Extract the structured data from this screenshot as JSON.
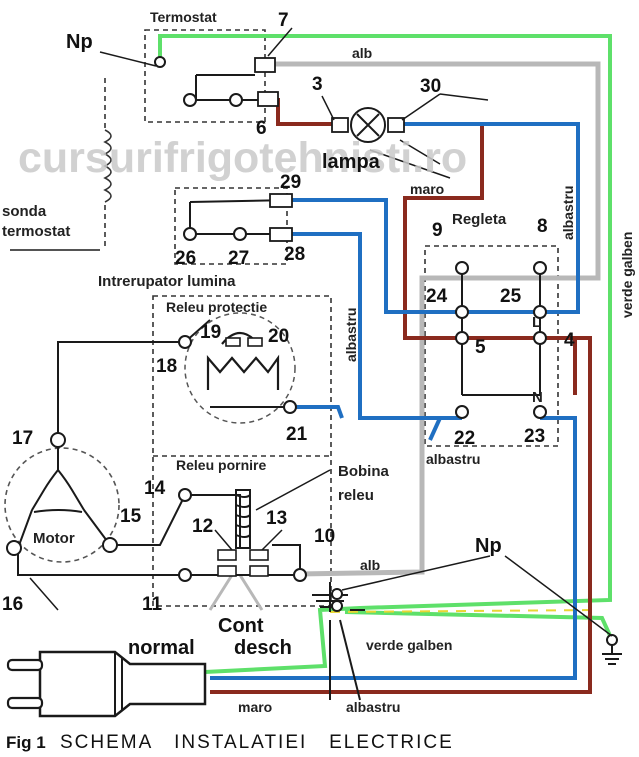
{
  "colors": {
    "blue": "#1f6fc2",
    "brown": "#8a2a1e",
    "gray": "#b8b8b8",
    "green": "#5ee06a",
    "dark": "#1a1a1a",
    "watermark": "#c9c9c9"
  },
  "watermark": "cursurifrigotehnisti.ro",
  "labels": {
    "termostat": "Termostat",
    "np_top": "Np",
    "np_bottom": "Np",
    "sonda": "sonda",
    "termostat_probe": "termostat",
    "lampa": "lampa",
    "regleta": "Regleta",
    "intrerupator": "Intrerupator lumina",
    "releu_protectie": "Releu  protectie",
    "releu_pornire": "Releu  pornire",
    "bobina": "Bobina",
    "releu": "releu",
    "motor": "Motor",
    "cont": "Cont",
    "normal": "normal",
    "desch": "desch",
    "L": "L",
    "N": "N"
  },
  "wire_labels": {
    "alb_top": "alb",
    "alb_bottom": "alb",
    "maro_mid": "maro",
    "maro_bottom": "maro",
    "albastru_right": "albastru",
    "albastru_mid": "albastru",
    "albastru_low": "albastru",
    "albastru_bottom": "albastru",
    "verde_galben_right": "verde galben",
    "verde_galben_bottom": "verde galben"
  },
  "terminals": {
    "t3": "3",
    "t4": "4",
    "t5": "5",
    "t6": "6",
    "t7": "7",
    "t8": "8",
    "t9": "9",
    "t10": "10",
    "t11": "11",
    "t12": "12",
    "t13": "13",
    "t14": "14",
    "t15": "15",
    "t16": "16",
    "t17": "17",
    "t18": "18",
    "t19": "19",
    "t20": "20",
    "t21": "21",
    "t22": "22",
    "t23": "23",
    "t24": "24",
    "t25": "25",
    "t26": "26",
    "t27": "27",
    "t28": "28",
    "t29": "29",
    "t30": "30"
  },
  "caption": {
    "fig": "Fig 1",
    "title": "SCHEMA   INSTALATIEI   ELECTRICE"
  }
}
